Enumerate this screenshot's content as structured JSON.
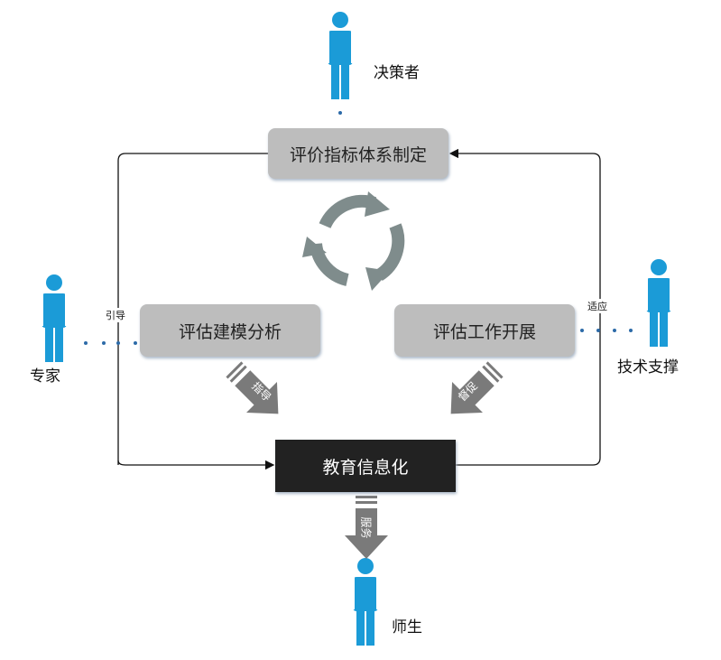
{
  "nodes": {
    "top": "评价指标体系制定",
    "left": "评估建模分析",
    "right": "评估工作开展",
    "center": "教育信息化"
  },
  "actors": {
    "top": "决策者",
    "left": "专家",
    "right": "技术支撑",
    "bottom": "师生"
  },
  "edge_labels": {
    "guide": "引导",
    "adapt": "适应",
    "direct": "指导",
    "urge": "督促",
    "serve": "服务"
  },
  "colors": {
    "person": "#1b9bd7",
    "box": "#bdbdbd",
    "dark": "#222222",
    "arrow": "#7a7a7a"
  }
}
